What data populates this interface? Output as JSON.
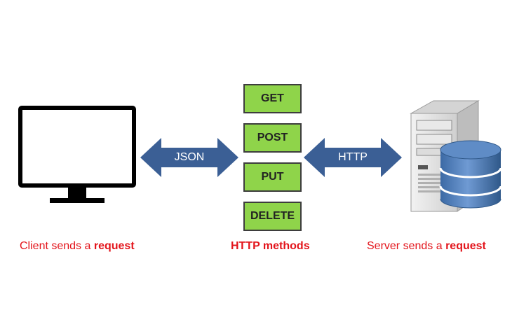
{
  "methods": [
    {
      "label": "GET"
    },
    {
      "label": "POST"
    },
    {
      "label": "PUT"
    },
    {
      "label": "DELETE"
    }
  ],
  "arrows": {
    "left_label": "JSON",
    "right_label": "HTTP"
  },
  "captions": {
    "client_prefix": "Client sends a ",
    "client_bold": "request",
    "methods_label": "HTTP methods",
    "server_prefix": "Server sends a ",
    "server_bold": "request"
  },
  "colors": {
    "method_fill": "#8fd44a",
    "arrow_fill": "#3b5f95",
    "caption_red": "#e3141b",
    "monitor": "#000000",
    "server_body": "#e2e2e2",
    "database": "#4f81bd"
  },
  "icons": {
    "client": "desktop-monitor-icon",
    "server": "server-tower-icon",
    "database": "database-icon"
  }
}
